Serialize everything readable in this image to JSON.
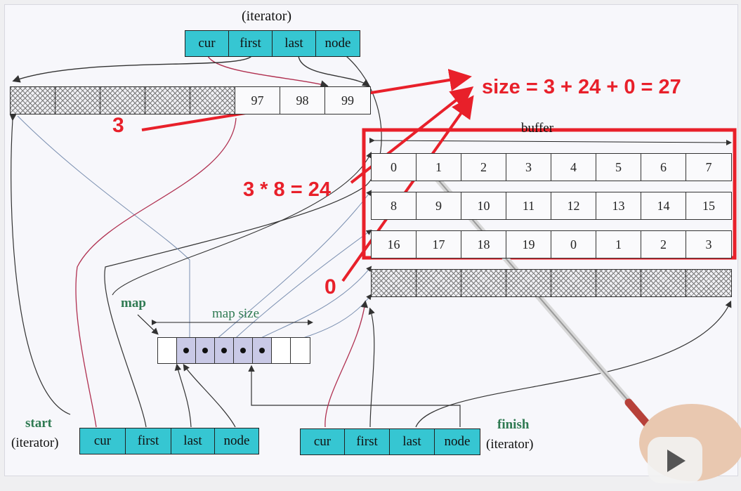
{
  "top_iterator": {
    "title": "(iterator)",
    "fields": [
      "cur",
      "first",
      "last",
      "node"
    ]
  },
  "first_buffer": {
    "values": [
      "97",
      "98",
      "99"
    ]
  },
  "buffer": {
    "label": "buffer",
    "rows": [
      [
        "0",
        "1",
        "2",
        "3",
        "4",
        "5",
        "6",
        "7"
      ],
      [
        "8",
        "9",
        "10",
        "11",
        "12",
        "13",
        "14",
        "15"
      ],
      [
        "16",
        "17",
        "18",
        "19",
        "0",
        "1",
        "2",
        "3"
      ]
    ]
  },
  "map": {
    "label": "map",
    "size_label": "map  size"
  },
  "start": {
    "name": "start",
    "sub": "(iterator)",
    "fields": [
      "cur",
      "first",
      "last",
      "node"
    ]
  },
  "finish": {
    "name": "finish",
    "sub": "(iterator)",
    "fields": [
      "cur",
      "first",
      "last",
      "node"
    ]
  },
  "annotations": {
    "size_formula": "size  = 3 + 24 + 0 = 27",
    "first_count": "3",
    "middle_count": "3 * 8 = 24",
    "last_count": "0"
  },
  "colors": {
    "iterator_fill": "#36c6d2",
    "annotation_red": "#e8202a",
    "label_green": "#2f7a52"
  }
}
